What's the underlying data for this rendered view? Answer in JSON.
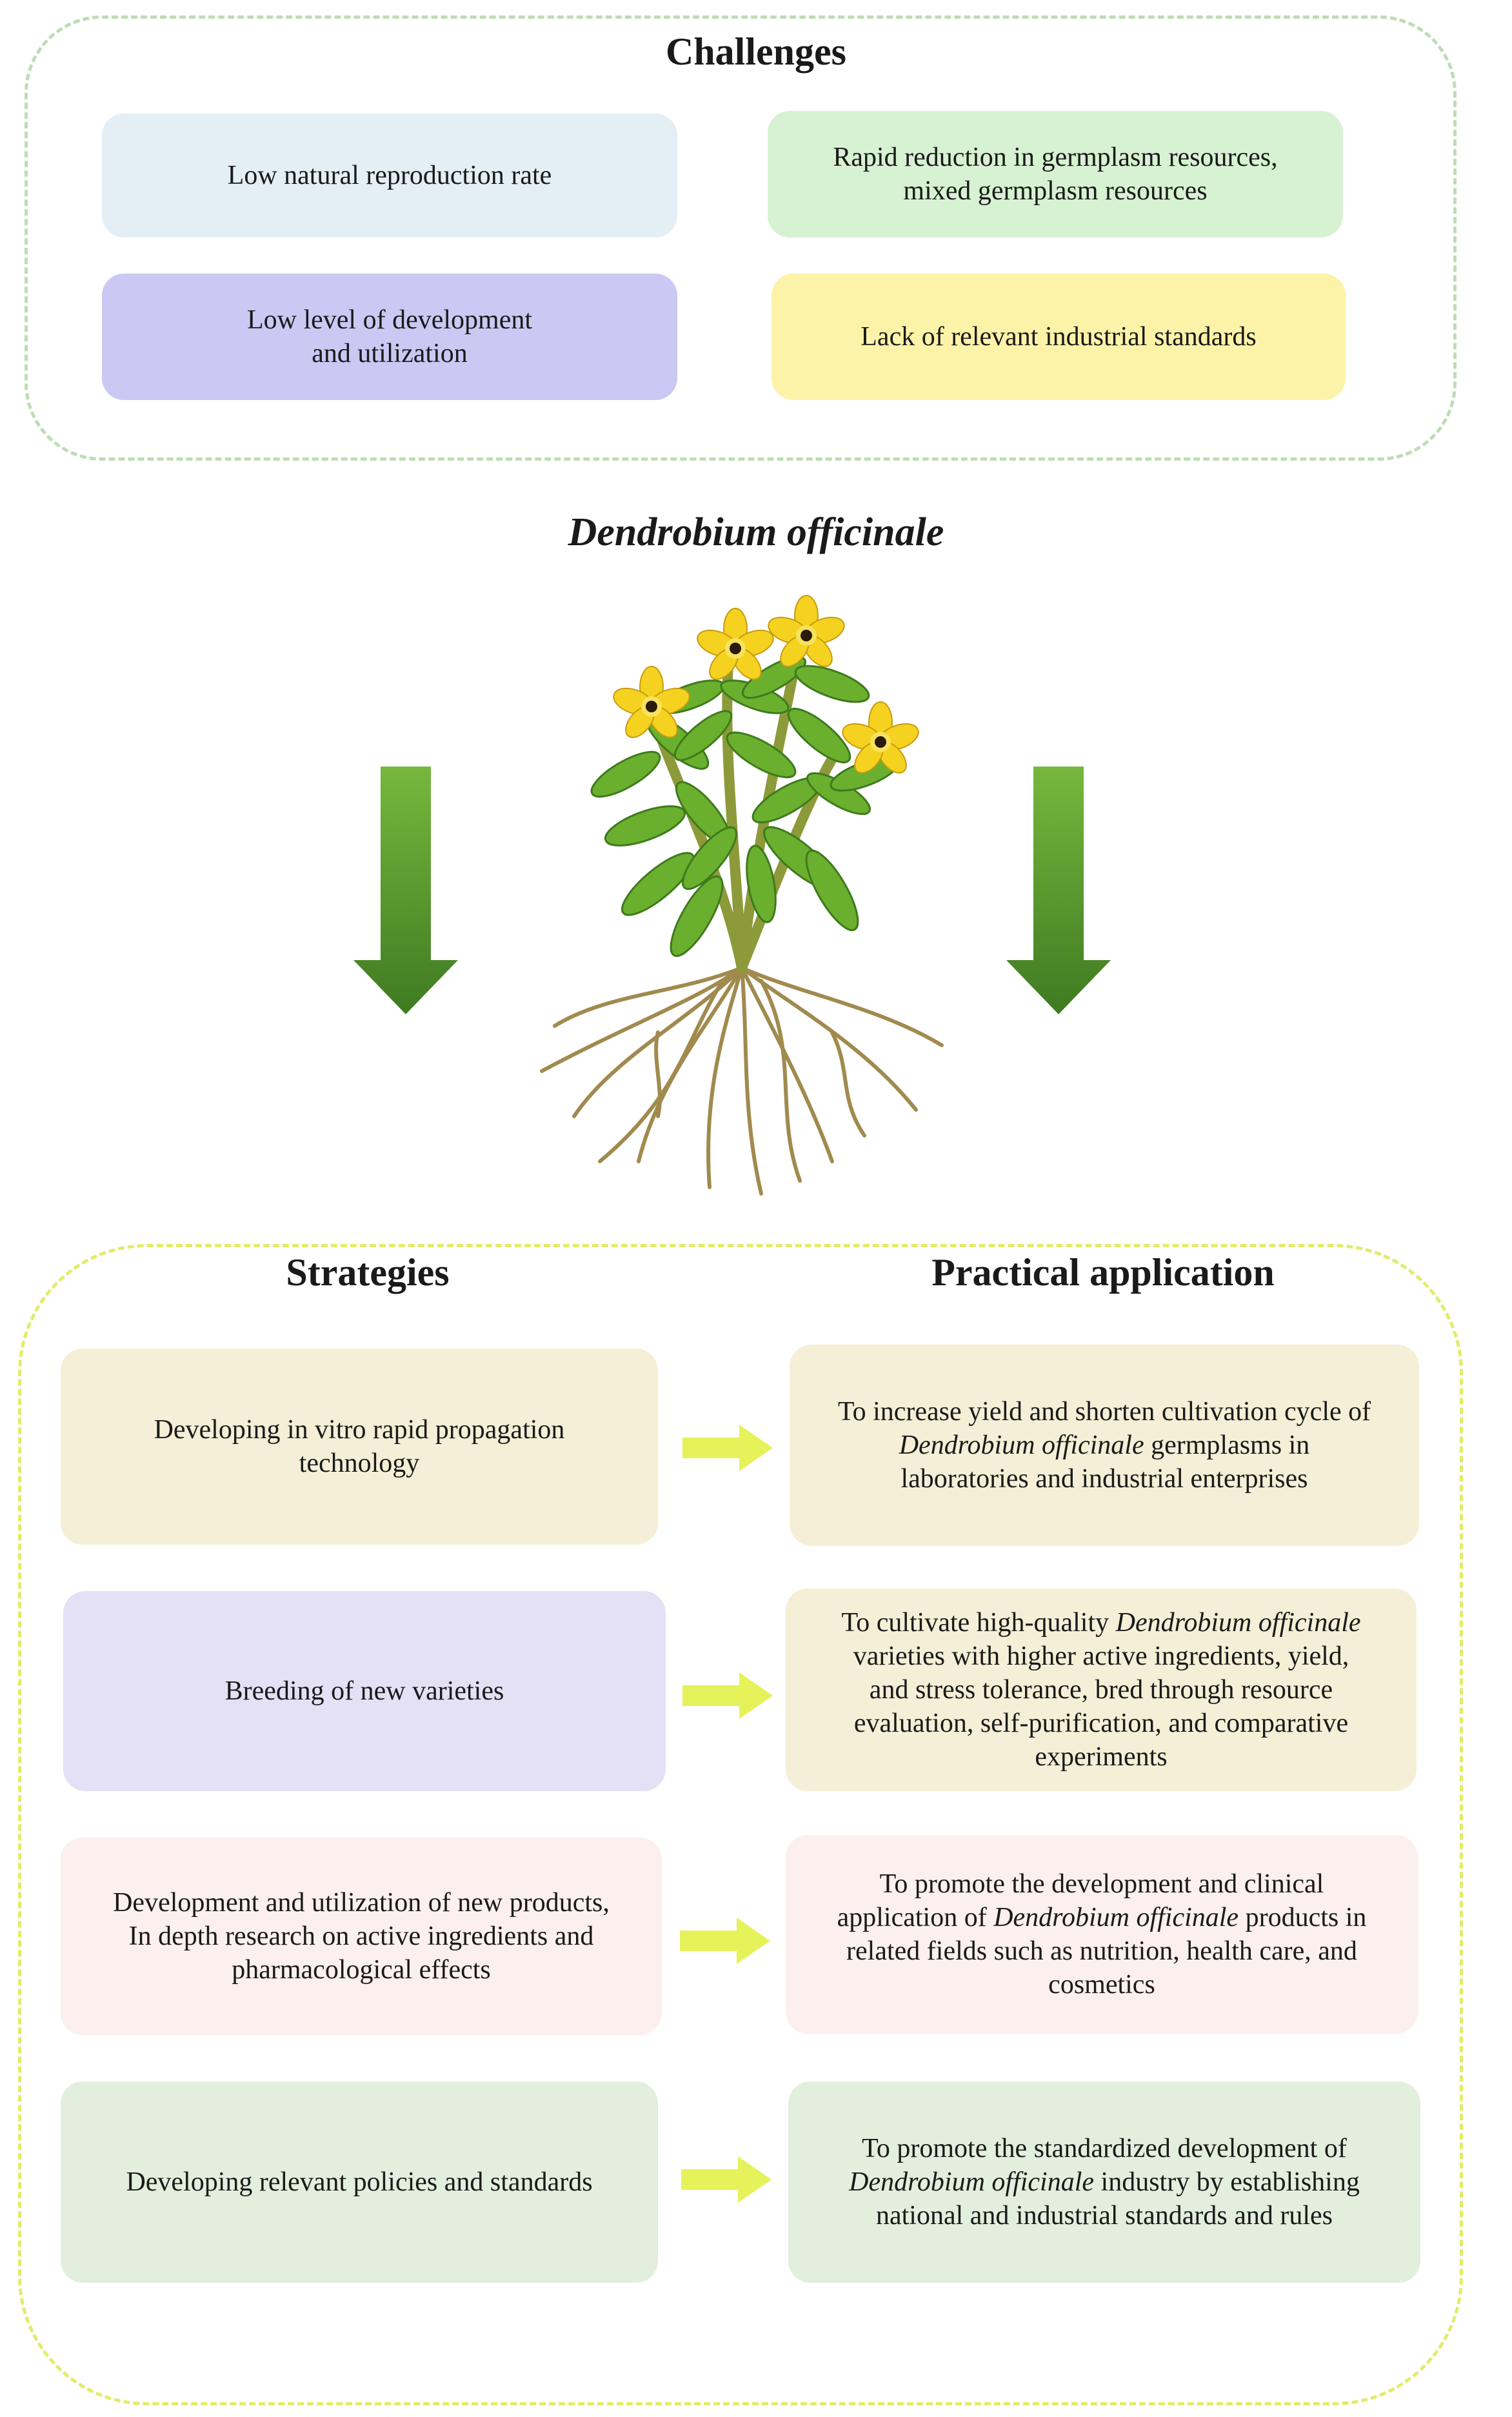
{
  "challenges": {
    "title": "Challenges",
    "items": [
      "Low natural reproduction rate",
      [
        "Rapid reduction in germplasm resources,",
        "mixed germplasm resources"
      ],
      [
        "Low level of development",
        "and utilization"
      ],
      "Lack of relevant industrial standards"
    ]
  },
  "plant": {
    "name": "Dendrobium officinale"
  },
  "strategies": {
    "title": "Strategies",
    "items": [
      [
        "Developing in vitro rapid propagation",
        "technology"
      ],
      "Breeding of new varieties",
      [
        "Development and utilization of new products,",
        "In depth research on active ingredients and",
        "pharmacological effects"
      ],
      "Developing relevant policies and standards"
    ]
  },
  "applications": {
    "title": "Practical application",
    "items": [
      {
        "l1": "To increase yield and shorten cultivation cycle of",
        "l2_sp": "Dendrobium officinale",
        "l2": " germplasms in",
        "l3": "laboratories and industrial enterprises"
      },
      {
        "l1": "To cultivate high-quality ",
        "l1_sp": "Dendrobium officinale",
        "l2": "varieties with higher active ingredients, yield,",
        "l3": "and stress tolerance, bred through resource",
        "l4": "evaluation, self-purification, and comparative",
        "l5": "experiments"
      },
      {
        "l1": "To promote the development and clinical",
        "l2a": "application of ",
        "l2_sp": "Dendrobium officinale",
        "l2": " products in",
        "l3": "related fields such as nutrition, health care, and",
        "l4": "cosmetics"
      },
      {
        "l1": "To promote the standardized development of",
        "l2_sp": "Dendrobium officinale",
        "l2": " industry by establishing",
        "l3": "national and industrial standards and rules"
      }
    ]
  },
  "colors": {
    "challenges_border": "#bfdcb5",
    "strategies_border": "#e1ec6a",
    "down_arrow": "#4f8f2e",
    "right_arrow": "#e6f25a"
  }
}
